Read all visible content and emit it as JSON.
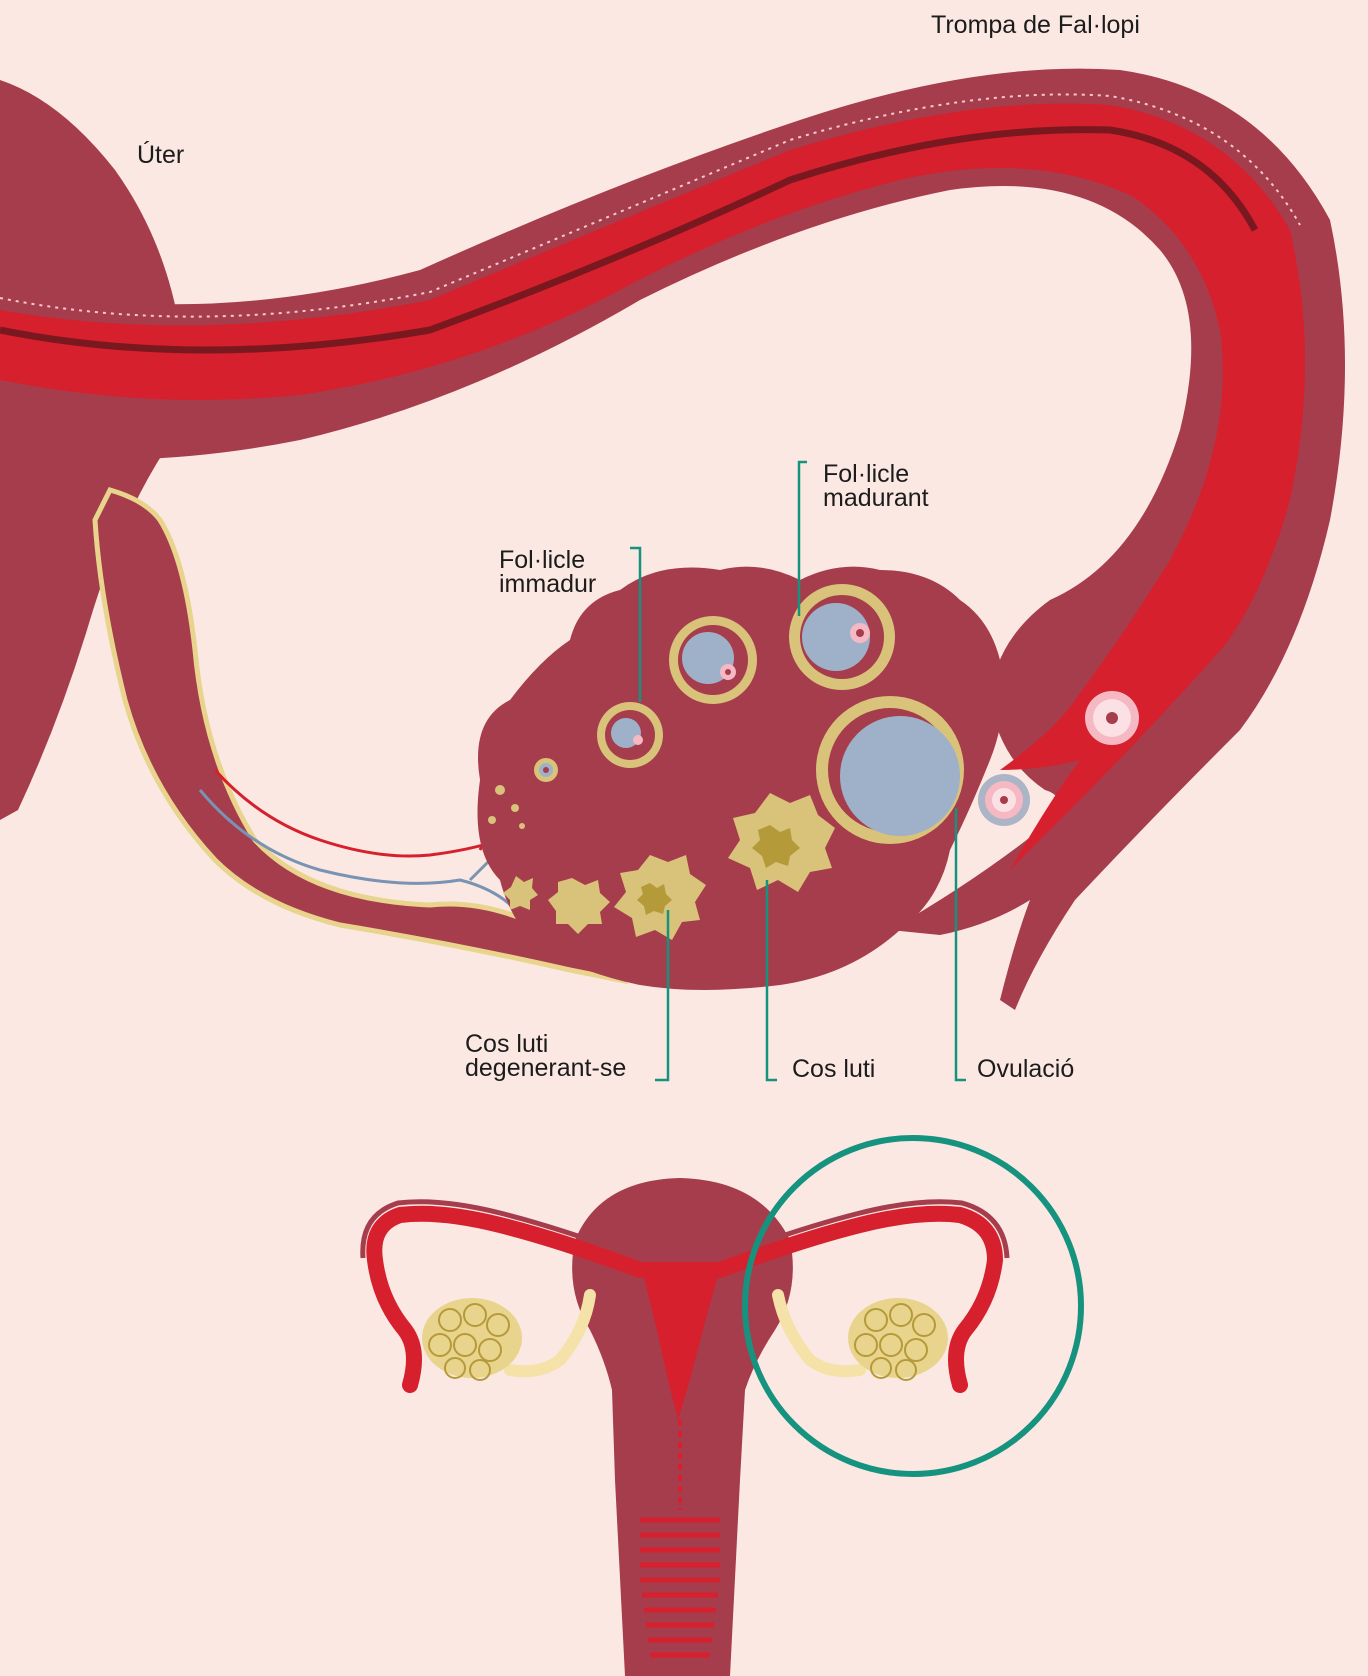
{
  "labels": {
    "fallopian_tube": "Trompa de Fal·lopi",
    "uterus": "Úter",
    "mature_follicle": [
      "Fol·licle",
      "madurant"
    ],
    "immature_follicle": [
      "Fol·licle",
      "immadur"
    ],
    "degenerating_corpus_luteum": [
      "Cos luti",
      "degenerant-se"
    ],
    "corpus_luteum": "Cos luti",
    "ovulation": "Ovulació"
  },
  "colors": {
    "background": "#fbe8e2",
    "tissue": "#a63d4c",
    "tube_lumen": "#d6202e",
    "tube_dark": "#7a1820",
    "follicle_fluid": "#9fb1c9",
    "follicle_wall": "#d9c27a",
    "ligament": "#e9d48d",
    "leader_line": "#16937f",
    "focus_circle": "#16937f"
  },
  "icons": {
    "overview": "uterus-overview-illustration",
    "focus": "focus-circle-icon"
  }
}
